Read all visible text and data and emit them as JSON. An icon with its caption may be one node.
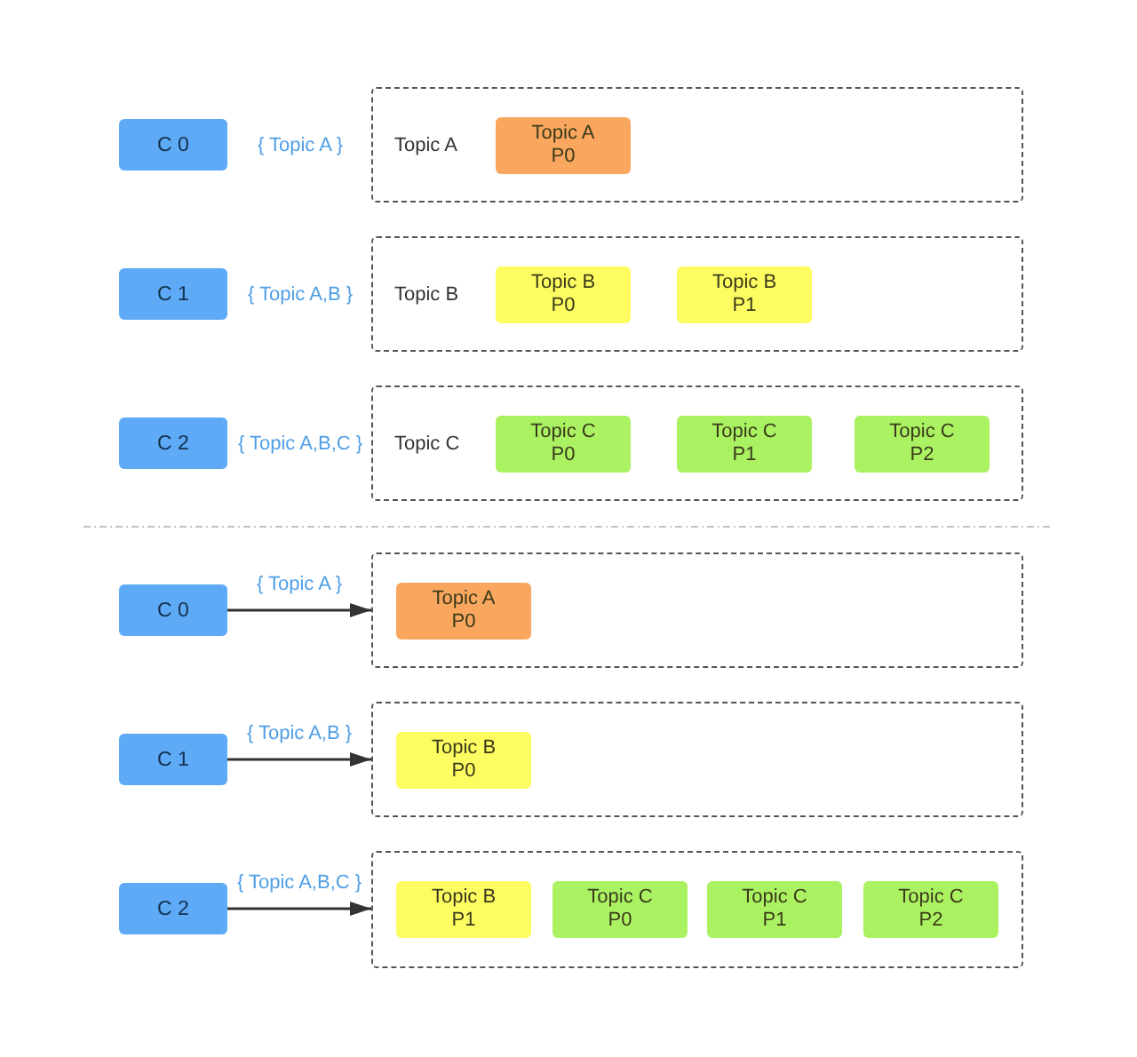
{
  "diagram": {
    "nodes": [
      {
        "text": [
          "C 0"
        ],
        "beside": [
          "{ Topic A }"
        ]
      },
      {
        "text": [
          "Topic A"
        ]
      },
      {
        "text": [
          "Topic A P0"
        ],
        "in": 1
      },
      {
        "text": [
          "C 1"
        ],
        "beside": [
          "{ Topic A,B }"
        ]
      },
      {
        "text": [
          "Topic B"
        ]
      },
      {
        "text": [
          "Topic B P0"
        ],
        "in": 4
      },
      {
        "text": [
          "Topic B P1"
        ],
        "in": 4
      },
      {
        "text": [
          "C 2"
        ],
        "beside": [
          "{ Topic A,B,C }"
        ]
      },
      {
        "text": [
          "Topic C"
        ]
      },
      {
        "text": [
          "Topic C P0"
        ],
        "in": 8
      },
      {
        "text": [
          "Topic C P1"
        ],
        "in": 8
      },
      {
        "text": [
          "Topic C P2"
        ],
        "in": 8
      },
      {
        "text": [
          "C 0"
        ]
      },
      {
        "text": [],
        "shape": "box"
      },
      {
        "text": [
          "Topic A P0"
        ],
        "in": 13
      },
      {
        "text": [
          "C 1"
        ]
      },
      {
        "text": [],
        "shape": "box"
      },
      {
        "text": [
          "Topic B P0"
        ],
        "in": 16
      },
      {
        "text": [
          "C 2"
        ]
      },
      {
        "text": [],
        "shape": "box"
      },
      {
        "text": [
          "Topic B P1"
        ],
        "in": 19
      },
      {
        "text": [
          "Topic C P0"
        ],
        "in": 19
      },
      {
        "text": [
          "Topic C P1"
        ],
        "in": 19
      },
      {
        "text": [
          "Topic C P2"
        ],
        "in": 19
      }
    ],
    "edges": [
      {
        "from": 12,
        "to": 13,
        "arrow": "to",
        "label": "{ Topic A }"
      },
      {
        "from": 15,
        "to": 16,
        "arrow": "to",
        "label": "{ Topic A,B }"
      },
      {
        "from": 18,
        "to": 19,
        "arrow": "to",
        "label": "{ Topic A,B,C }"
      }
    ]
  }
}
